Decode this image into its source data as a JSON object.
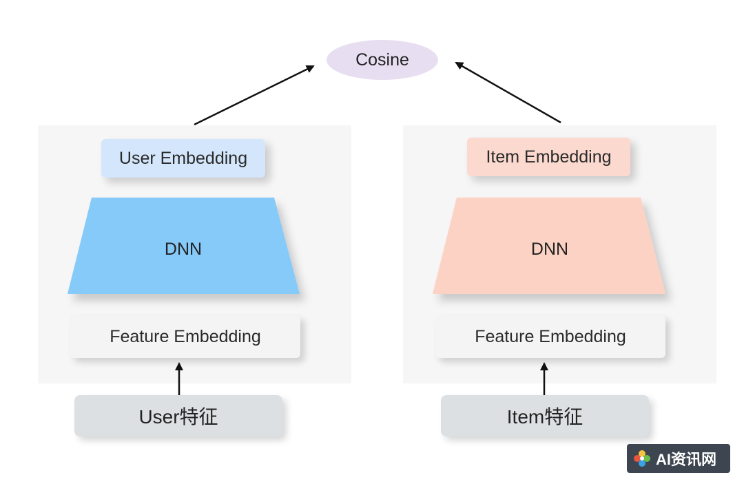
{
  "cosine": {
    "label": "Cosine"
  },
  "user_tower": {
    "embedding_label": "User Embedding",
    "dnn_label": "DNN",
    "feature_label": "Feature Embedding",
    "input_label": "User特征",
    "color_embedding": "#d3e6fb",
    "color_dnn": "#86cafa"
  },
  "item_tower": {
    "embedding_label": "Item Embedding",
    "dnn_label": "DNN",
    "feature_label": "Feature Embedding",
    "input_label": "Item特征",
    "color_embedding": "#fbd9cf",
    "color_dnn": "#fcd2c4"
  },
  "watermark": {
    "text": "AI资讯网"
  }
}
